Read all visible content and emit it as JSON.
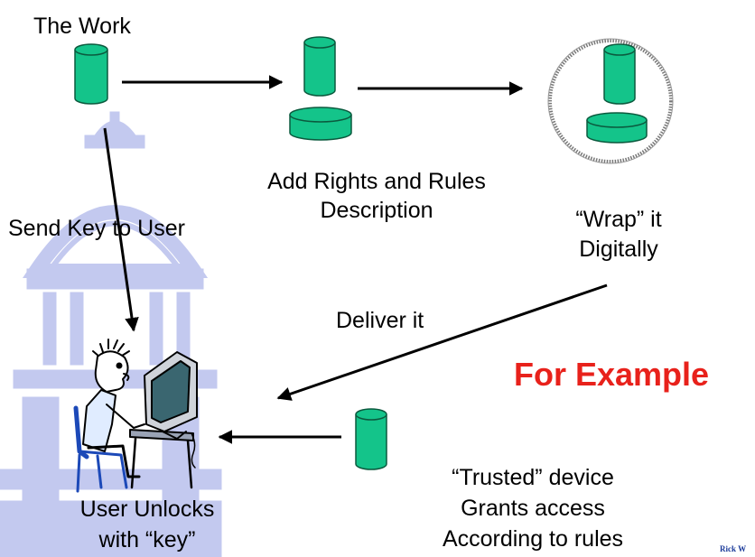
{
  "labels": {
    "the_work": "The Work",
    "add_rights_1": "Add Rights and Rules",
    "add_rights_2": "Description",
    "wrap_1": "“Wrap” it",
    "wrap_2": "Digitally",
    "send_key": "Send Key to User",
    "deliver": "Deliver it",
    "for_example": "For Example",
    "user_1": "User Unlocks",
    "user_2": "with “key”",
    "trusted_1": "“Trusted” device",
    "trusted_2": "Grants access",
    "trusted_3": "According to rules",
    "footer": "Rick W"
  },
  "colors": {
    "cylinder_fill": "#14c48a",
    "cylinder_stroke": "#0b5a3e",
    "accent_red": "#e8211b",
    "watermark": "#c3c9ef"
  }
}
